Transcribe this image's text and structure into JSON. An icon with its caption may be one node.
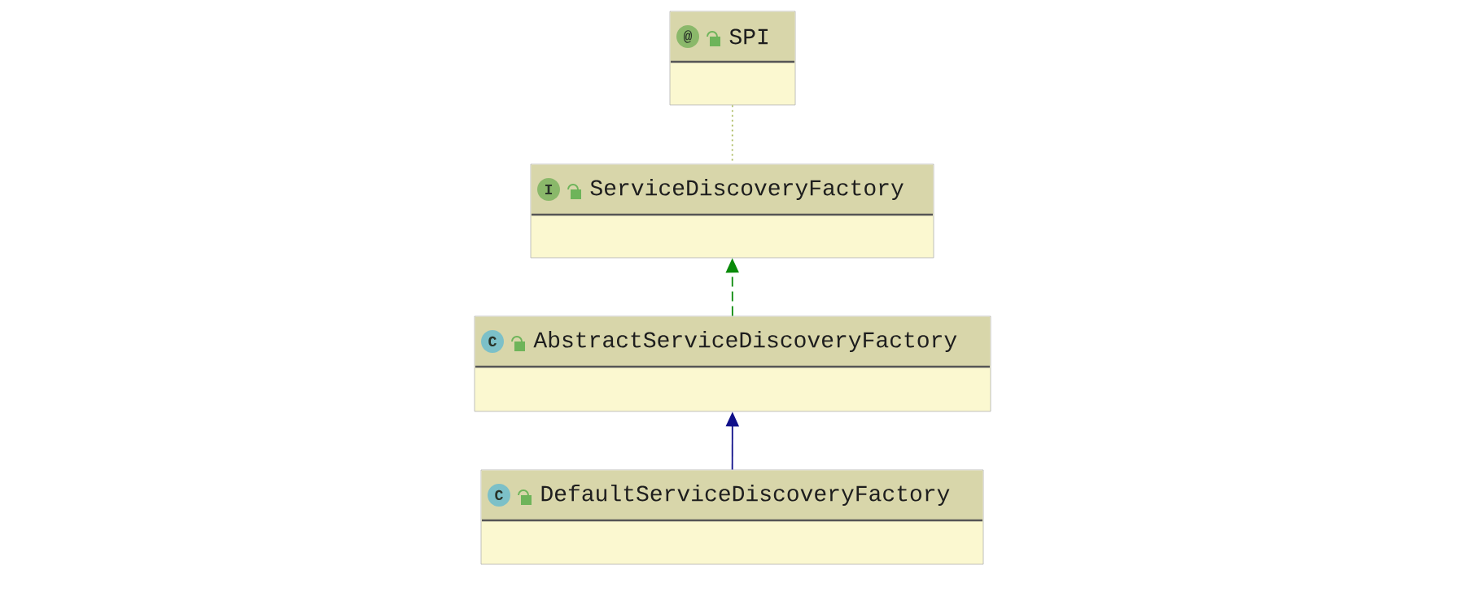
{
  "diagram": {
    "nodes": [
      {
        "text": [
          "@",
          "SPI"
        ]
      },
      {
        "text": [
          "I",
          "ServiceDiscoveryFactory"
        ]
      },
      {
        "text": [
          "C",
          "AbstractServiceDiscoveryFactory"
        ]
      },
      {
        "text": [
          "C",
          "DefaultServiceDiscoveryFactory"
        ]
      }
    ],
    "edges": [
      {
        "from": 0,
        "to": 1,
        "arrow": "none",
        "style": "dashed",
        "color": "#a8b85a"
      },
      {
        "from": 2,
        "to": 1,
        "arrow": "to",
        "style": "dashed",
        "color": "#0a8a0a"
      },
      {
        "from": 3,
        "to": 2,
        "arrow": "to",
        "color": "#10108a"
      }
    ]
  }
}
